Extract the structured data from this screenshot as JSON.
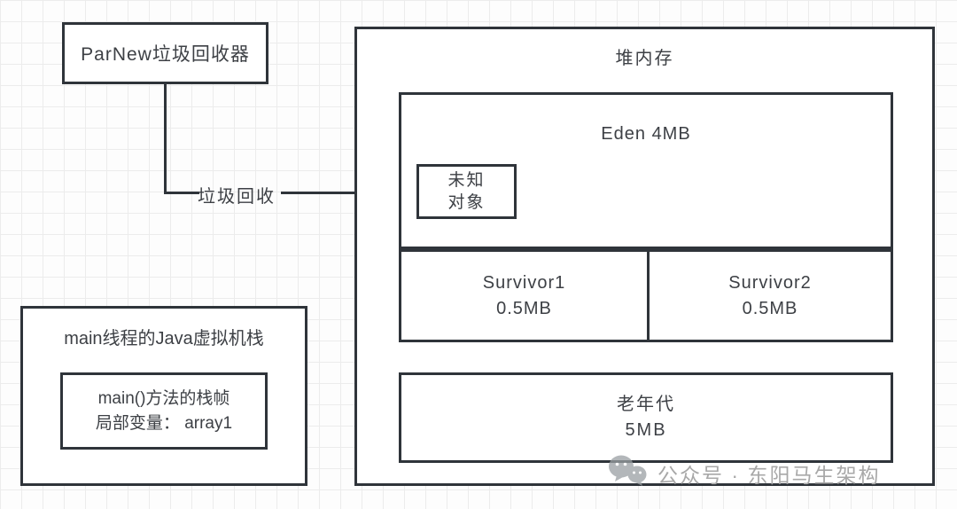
{
  "diagram": {
    "parnew": {
      "label": "ParNew垃圾回收器"
    },
    "connector": {
      "label": "垃圾回收"
    },
    "heap": {
      "title": "堆内存",
      "eden": {
        "label": "Eden 4MB"
      },
      "unknown_object": {
        "line1": "未知",
        "line2": "对象"
      },
      "survivor1": {
        "line1": "Survivor1",
        "line2": "0.5MB"
      },
      "survivor2": {
        "line1": "Survivor2",
        "line2": "0.5MB"
      },
      "old_gen": {
        "line1": "老年代",
        "line2": "5MB"
      }
    },
    "stack": {
      "title": "main线程的Java虚拟机栈",
      "frame": {
        "line1": "main()方法的栈帧",
        "line2": "局部变量： array1"
      }
    },
    "watermark": {
      "text": "公众号 · 东阳马生架构"
    }
  },
  "colors": {
    "border": "#2f343a",
    "text": "#3d4045",
    "watermark": "#a8a8a8",
    "grid_line": "#ececec",
    "background": "#fdfdfd"
  }
}
